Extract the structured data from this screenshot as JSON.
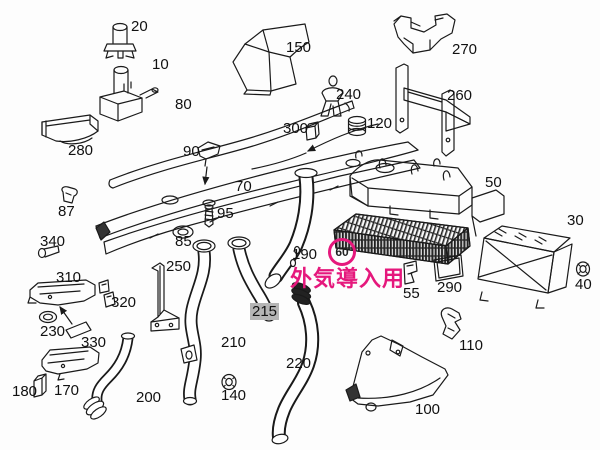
{
  "figure": {
    "type": "exploded-parts-diagram",
    "background": "#fdfdfd",
    "description_visible_text_only": true
  },
  "colors": {
    "line": "#1a1a1a",
    "accent_magenta": "#e5187c",
    "highlight_bg": "#b5b5b5"
  },
  "callout": {
    "number": "60",
    "note": "外気導入用"
  },
  "highlighted_part": "215",
  "parts": {
    "p10": "10",
    "p20": "20",
    "p30": "30",
    "p40": "40",
    "p50": "50",
    "p55": "55",
    "p70": "70",
    "p80": "80",
    "p85": "85",
    "p87": "87",
    "p90": "90",
    "p95": "95",
    "p100": "100",
    "p110": "110",
    "p120": "120",
    "p140": "140",
    "p150": "150",
    "p170": "170",
    "p180": "180",
    "p190": "190",
    "p200": "200",
    "p210": "210",
    "p215": "215",
    "p220": "220",
    "p230": "230",
    "p240": "240",
    "p250": "250",
    "p260": "260",
    "p270": "270",
    "p280": "280",
    "p290": "290",
    "p300": "300",
    "p310": "310",
    "p320": "320",
    "p330": "330",
    "p340": "340"
  }
}
